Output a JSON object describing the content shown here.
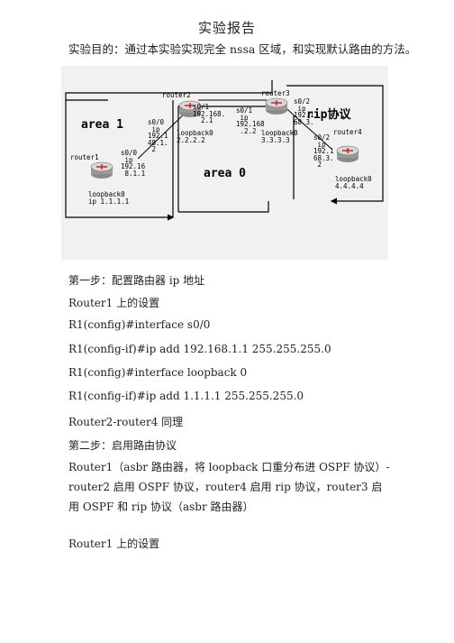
{
  "title": "实验报告",
  "purpose": "实验目的：通过本实验实现完全 nssa 区域，和实现默认路由的方法。",
  "diagram": {
    "areas": {
      "area1": "area  1",
      "area0": "area  0",
      "rip": "rip协议"
    },
    "routers": {
      "router1": "router1",
      "router2": "router2",
      "router3": "router3",
      "router4": "router4"
    },
    "labels": {
      "r1_s00": "s0/0\n ip\n192.16\n 8.1.1",
      "r1_loop": "loopback0\nip 1.1.1.1",
      "r2_s00": "s0/0\n ip\n192.1\n48.1.\n 2",
      "r2_s01": "s0/1\n192.168.\n  2.1",
      "r2_loop": "loopback0\n2.2.2.2",
      "r3_s01": "s0/1\n ip\n192.168\n .2.2",
      "r3_s02": "s0/2\n ip\n192.1\n68.3.",
      "r3_loop": "loopback0\n3.3.3.3",
      "r4_s02": "s0/2\n ip\n192.1\n68.3.\n 2",
      "r4_loop": "loopback0\n4.4.4.4"
    }
  },
  "lines": {
    "step1": "第一步：配置路由器 ip 地址",
    "r1_setup": "Router1 上的设置",
    "cmd1": "R1(config)#interface s0/0",
    "cmd2": "R1(config-if)#ip add 192.168.1.1 255.255.255.0",
    "cmd3": "R1(config)#interface loopback 0",
    "cmd4": "R1(config-if)#ip add 1.1.1.1 255.255.255.0",
    "same": "Router2-router4 同理",
    "step2": "第二步：启用路由协议",
    "para": "Router1（asbr 路由器，将 loopback 口重分布进 OSPF 协议）-router2 启用 OSPF 协议，router4 启用 rip 协议，router3 启用 OSPF 和 rip 协议（asbr 路由器）",
    "r1_setup2": "Router1 上的设置"
  }
}
